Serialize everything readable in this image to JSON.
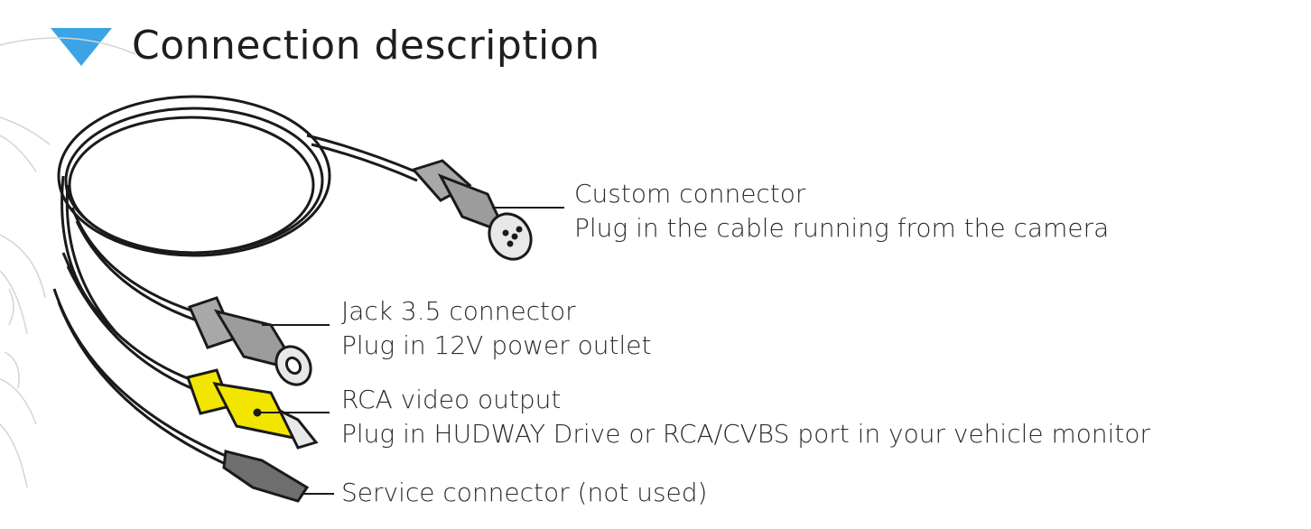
{
  "header": {
    "title": "Connection description",
    "accent_color": "#3ba3e6",
    "icon": "triangle-down-icon"
  },
  "connectors": [
    {
      "name": "Custom connector",
      "description": "Plug in the cable running from the camera"
    },
    {
      "name": "Jack 3.5 connector",
      "description": "Plug in 12V power outlet"
    },
    {
      "name": "RCA video output",
      "description": "Plug in HUDWAY Drive or RCA/CVBS port in your vehicle monitor",
      "color": "#f2e600"
    },
    {
      "name": "Service connector (not used)"
    }
  ]
}
